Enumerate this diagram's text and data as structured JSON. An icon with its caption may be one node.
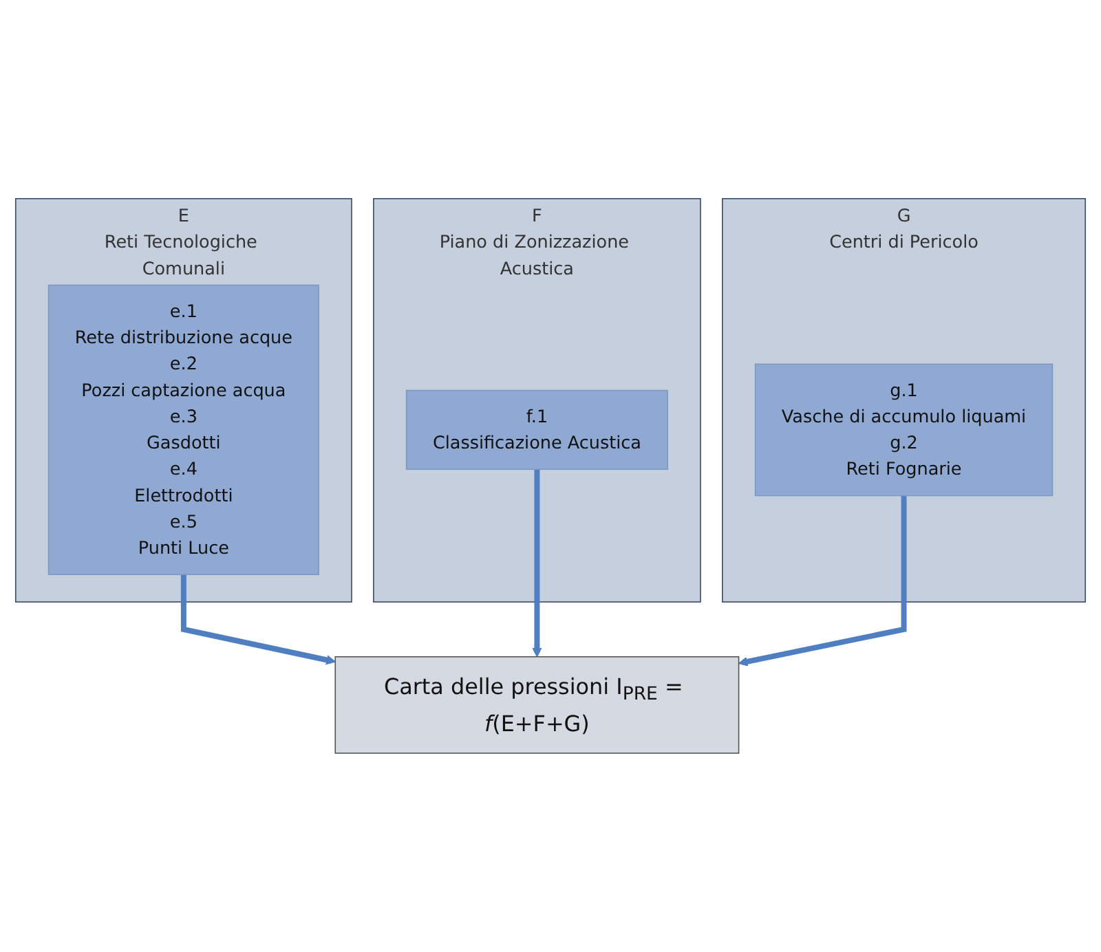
{
  "diagram": {
    "nodes": [
      {
        "text": [
          "E",
          "Reti Tecnologiche Comunali"
        ]
      },
      {
        "text": [
          "e.1",
          "Rete distribuzione acque",
          "e.2",
          "Pozzi captazione acqua",
          "e.3",
          "Gasdotti",
          "e.4",
          "Elettrodotti",
          "e.5",
          "Punti Luce"
        ],
        "in": 0
      },
      {
        "text": [
          "F",
          "Piano di Zonizzazione Acustica"
        ]
      },
      {
        "text": [
          "f.1",
          "Classificazione Acustica"
        ],
        "in": 2
      },
      {
        "text": [
          "G",
          "Centri di Pericolo"
        ]
      },
      {
        "text": [
          "g.1",
          "Vasche di accumulo liquami",
          "g.2",
          "Reti Fognarie"
        ],
        "in": 4
      },
      {
        "text": [
          "Carta delle pressioni I$_{PRE}$ = *f*(E+F+G)"
        ]
      }
    ],
    "edges": [
      {
        "from": 1,
        "to": 6,
        "arrow": "to"
      },
      {
        "from": 3,
        "to": 6,
        "arrow": "to"
      },
      {
        "from": 5,
        "to": 6,
        "arrow": "to"
      }
    ]
  }
}
